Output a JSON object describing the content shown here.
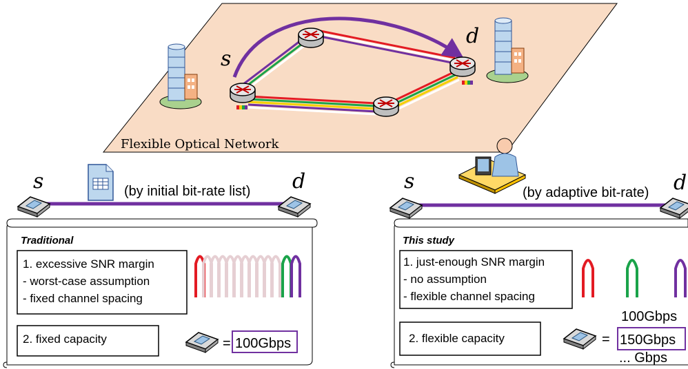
{
  "network": {
    "label": "Flexible Optical Network",
    "source": "s",
    "dest": "d"
  },
  "traditional": {
    "source": "s",
    "dest": "d",
    "link_label": "(by initial bit-rate list)",
    "heading": "Traditional",
    "box1_line1": "1. excessive SNR margin",
    "box1_line2": "- worst-case assumption",
    "box1_line3": "- fixed channel spacing",
    "box2": "2. fixed capacity",
    "equals": "=",
    "rate": "100Gbps"
  },
  "study": {
    "source": "s",
    "dest": "d",
    "link_label": "(by adaptive bit-rate)",
    "heading": "This study",
    "box1_line1": "1. just-enough SNR margin",
    "box1_line2": "- no assumption",
    "box1_line3": "- flexible channel spacing",
    "box2": "2. flexible capacity",
    "equals": "=",
    "rate_top": "100Gbps",
    "rate_mid": "150Gbps",
    "rate_bottom": "... Gbps"
  },
  "colors": {
    "plane": "#f9dcc5",
    "purple": "#7030a0",
    "red": "#e31b23",
    "green": "#1aa34a",
    "yellow": "#f4d000",
    "rate_box": "#7030a0"
  },
  "icons": {
    "router": "router-icon",
    "building": "building-icon",
    "transceiver": "transceiver-icon",
    "document": "bit-rate-list-icon",
    "operator": "operator-icon"
  }
}
